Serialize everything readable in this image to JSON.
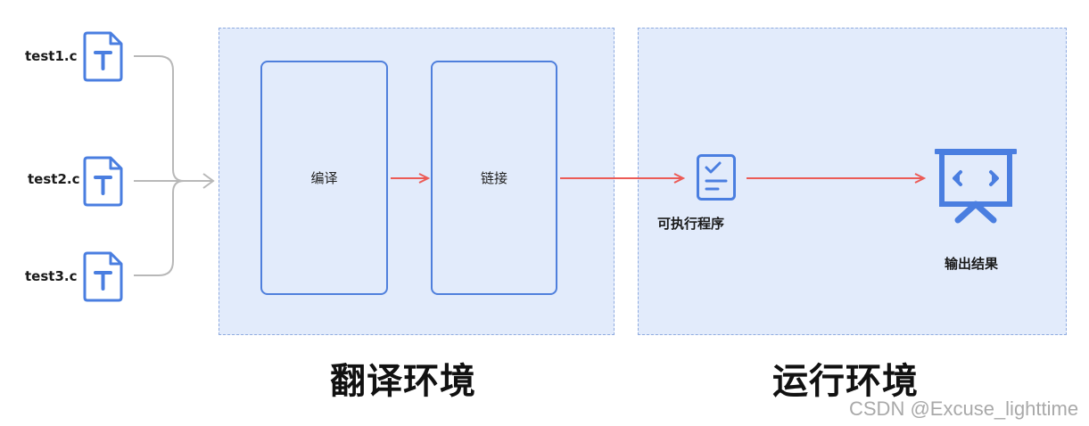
{
  "files": [
    {
      "name": "test1.c",
      "icon": "text-file-icon"
    },
    {
      "name": "test2.c",
      "icon": "text-file-icon"
    },
    {
      "name": "test3.c",
      "icon": "text-file-icon"
    }
  ],
  "translation_env": {
    "title": "翻译环境",
    "stages": [
      "编译",
      "链接"
    ]
  },
  "runtime_env": {
    "title": "运行环境",
    "executable_label": "可执行程序",
    "output_label": "输出结果"
  },
  "watermark": "CSDN @Excuse_lighttime",
  "colors": {
    "env_fill": "#e2ebfb",
    "env_border": "#8fabe0",
    "stage_border": "#4f7fdc",
    "icon_blue": "#4a7ee0",
    "arrow_red": "#ec5b56",
    "connector_gray": "#b8b8b8"
  }
}
